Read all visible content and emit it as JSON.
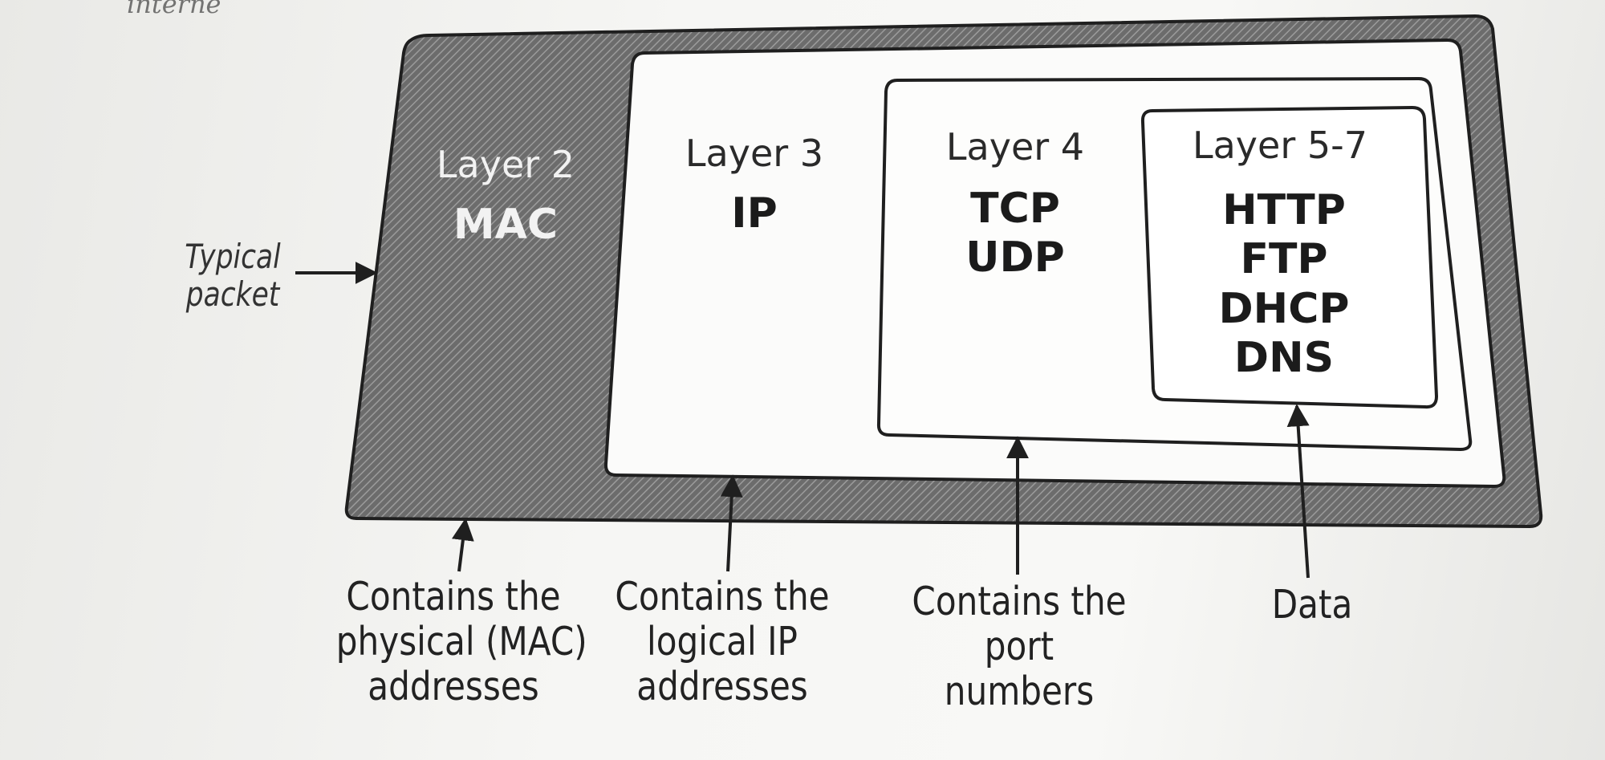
{
  "top_cut_text": "interne",
  "side_label": [
    "Typical",
    "packet"
  ],
  "layers": [
    {
      "id": "layer2",
      "heading": "Layer 2",
      "protocols": [
        "MAC"
      ],
      "caption": [
        "Contains the",
        "physical (MAC)",
        "addresses"
      ]
    },
    {
      "id": "layer3",
      "heading": "Layer 3",
      "protocols": [
        "IP"
      ],
      "caption": [
        "Contains the",
        "logical IP",
        "addresses"
      ]
    },
    {
      "id": "layer4",
      "heading": "Layer 4",
      "protocols": [
        "TCP",
        "UDP"
      ],
      "caption": [
        "Contains the",
        "port",
        "numbers"
      ]
    },
    {
      "id": "layer57",
      "heading": "Layer 5-7",
      "protocols": [
        "HTTP",
        "FTP",
        "DHCP",
        "DNS"
      ],
      "caption": [
        "Data"
      ]
    }
  ],
  "colors": {
    "frame_dark": "#555555",
    "hatch": "#8a8a8a",
    "line": "#1f1f1f",
    "panel": "#fbfbfa"
  }
}
